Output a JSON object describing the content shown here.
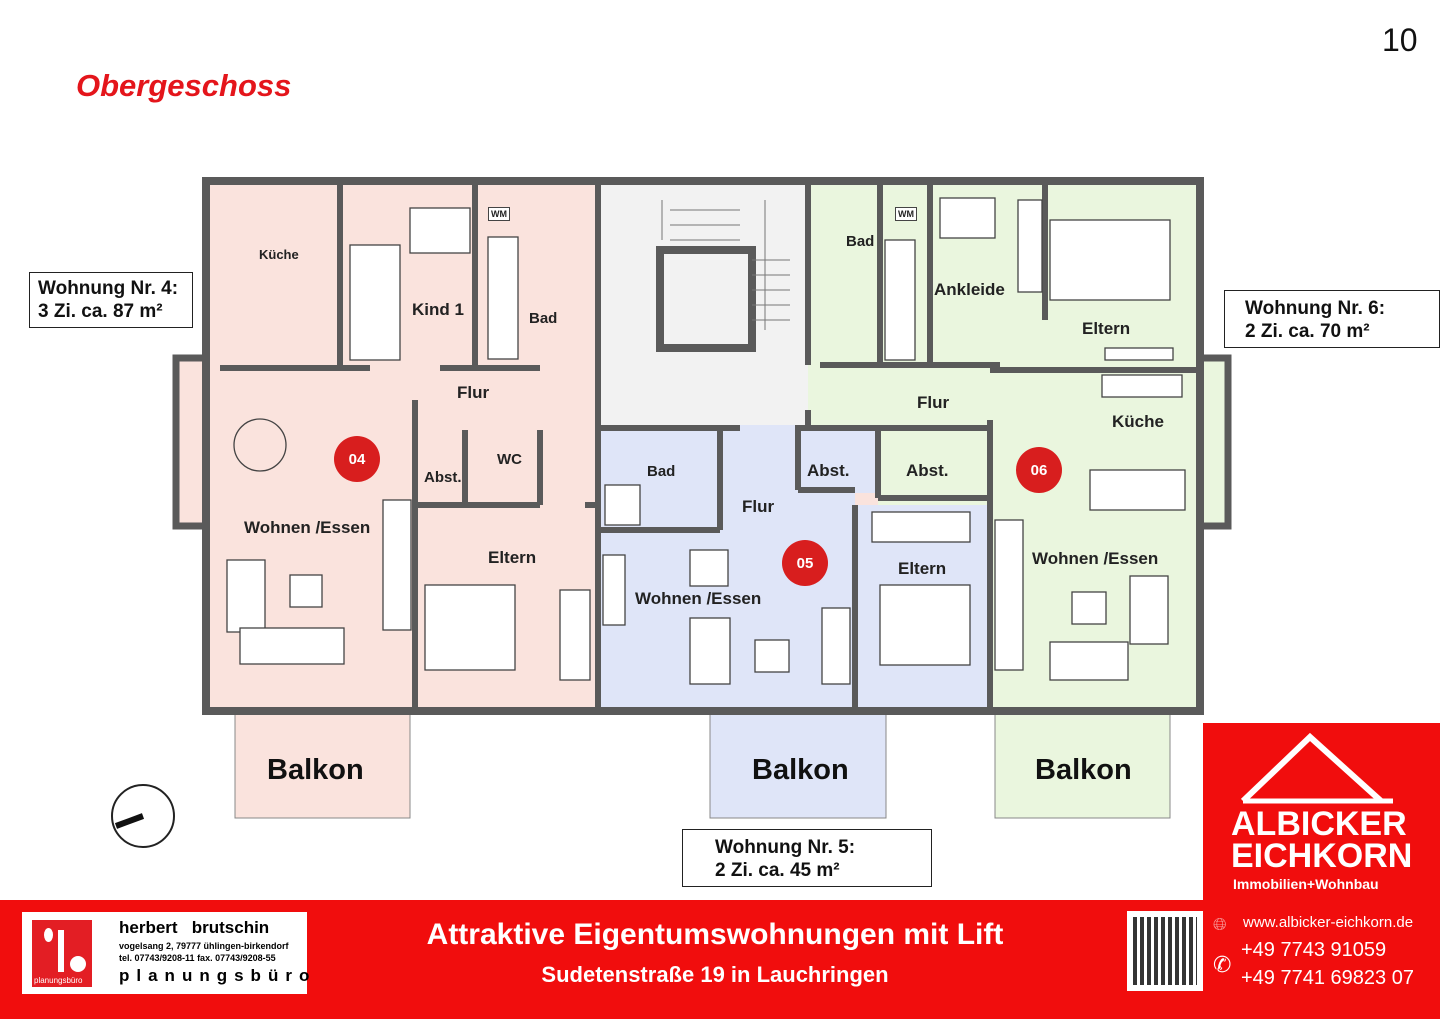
{
  "page_number": "10",
  "floor_title": "Obergeschoss",
  "units": {
    "u4": {
      "badge": "04",
      "info_line1": "Wohnung Nr. 4:",
      "info_line2": "3 Zi. ca. 87 m²"
    },
    "u5": {
      "badge": "05",
      "info_line1": "Wohnung Nr. 5:",
      "info_line2": "2 Zi. ca. 45 m²"
    },
    "u6": {
      "badge": "06",
      "info_line1": "Wohnung Nr. 6:",
      "info_line2": "2 Zi. ca. 70 m²"
    }
  },
  "rooms": {
    "kueche4": "Küche",
    "kind1": "Kind 1",
    "bad4": "Bad",
    "flur4": "Flur",
    "abst4": "Abst.",
    "wc4": "WC",
    "wohnen4": "Wohnen /Essen",
    "eltern4": "Eltern",
    "bad5": "Bad",
    "flur5": "Flur",
    "abst5": "Abst.",
    "wohnen5": "Wohnen /Essen",
    "eltern5": "Eltern",
    "bad6": "Bad",
    "ankleide6": "Ankleide",
    "eltern6": "Eltern",
    "flur6": "Flur",
    "abst6": "Abst.",
    "kueche6": "Küche",
    "wohnen6": "Wohnen /Essen",
    "wm": "WM",
    "balkon": "Balkon"
  },
  "colors": {
    "unit4": "#fae3dd",
    "unit5": "#dfe5f8",
    "unit6": "#eaf6de",
    "stair": "#f2f2f2",
    "wall": "#5a5a5a",
    "accent": "#f10d0d"
  },
  "footer": {
    "headline": "Attraktive Eigentumswohnungen mit Lift",
    "address": "Sudetenstraße 19 in Lauchringen",
    "planner": {
      "name": "herbert   brutschin",
      "address": "vogelsang 2, 79777 ühlingen-birkendorf",
      "phone_fax": "tel. 07743/9208-11  fax. 07743/9208-55",
      "tagline": "planungsbüro",
      "logo_text": "planungsbüro"
    },
    "brand": {
      "line1": "ALBICKER",
      "line2": "EICHKORN",
      "line3": "Immobilien+Wohnbau"
    },
    "website": "www.albicker-eichkorn.de",
    "phone1": "+49 7743 91059",
    "phone2": "+49 7741 69823 07",
    "icons": [
      "globe-icon",
      "phone-icon",
      "qr-code",
      "compass-icon"
    ]
  }
}
